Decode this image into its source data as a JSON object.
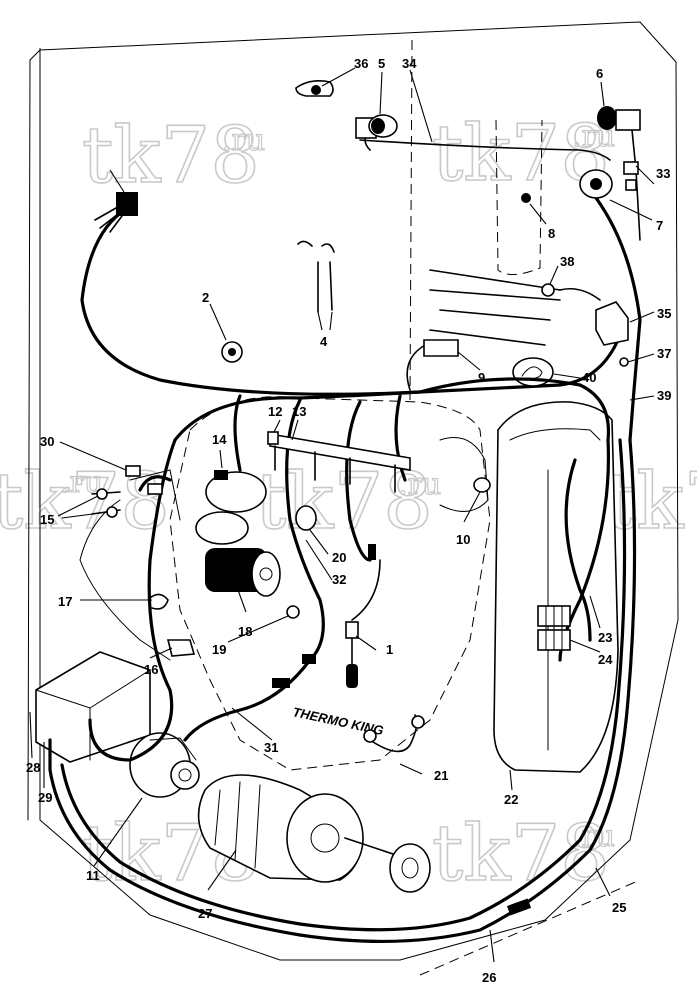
{
  "watermark": {
    "text": "tk78",
    "suffix": ".ru"
  },
  "logo_text": "THERMO KING",
  "callouts": [
    {
      "id": "c1",
      "label": "1"
    },
    {
      "id": "c2",
      "label": "2"
    },
    {
      "id": "c4",
      "label": "4"
    },
    {
      "id": "c5",
      "label": "5"
    },
    {
      "id": "c6",
      "label": "6"
    },
    {
      "id": "c7",
      "label": "7"
    },
    {
      "id": "c8",
      "label": "8"
    },
    {
      "id": "c9",
      "label": "9"
    },
    {
      "id": "c10",
      "label": "10"
    },
    {
      "id": "c11",
      "label": "11"
    },
    {
      "id": "c12",
      "label": "12"
    },
    {
      "id": "c13",
      "label": "13"
    },
    {
      "id": "c14",
      "label": "14"
    },
    {
      "id": "c15",
      "label": "15"
    },
    {
      "id": "c16",
      "label": "16"
    },
    {
      "id": "c17",
      "label": "17"
    },
    {
      "id": "c18",
      "label": "18"
    },
    {
      "id": "c19",
      "label": "19"
    },
    {
      "id": "c20",
      "label": "20"
    },
    {
      "id": "c21",
      "label": "21"
    },
    {
      "id": "c22",
      "label": "22"
    },
    {
      "id": "c23",
      "label": "23"
    },
    {
      "id": "c24",
      "label": "24"
    },
    {
      "id": "c25",
      "label": "25"
    },
    {
      "id": "c26",
      "label": "26"
    },
    {
      "id": "c27",
      "label": "27"
    },
    {
      "id": "c28",
      "label": "28"
    },
    {
      "id": "c29",
      "label": "29"
    },
    {
      "id": "c30",
      "label": "30"
    },
    {
      "id": "c31",
      "label": "31"
    },
    {
      "id": "c32",
      "label": "32"
    },
    {
      "id": "c33",
      "label": "33"
    },
    {
      "id": "c34",
      "label": "34"
    },
    {
      "id": "c35",
      "label": "35"
    },
    {
      "id": "c36",
      "label": "36"
    },
    {
      "id": "c37",
      "label": "37"
    },
    {
      "id": "c39",
      "label": "39"
    },
    {
      "id": "c40",
      "label": "40"
    },
    {
      "id": "c38",
      "label": "38"
    }
  ]
}
